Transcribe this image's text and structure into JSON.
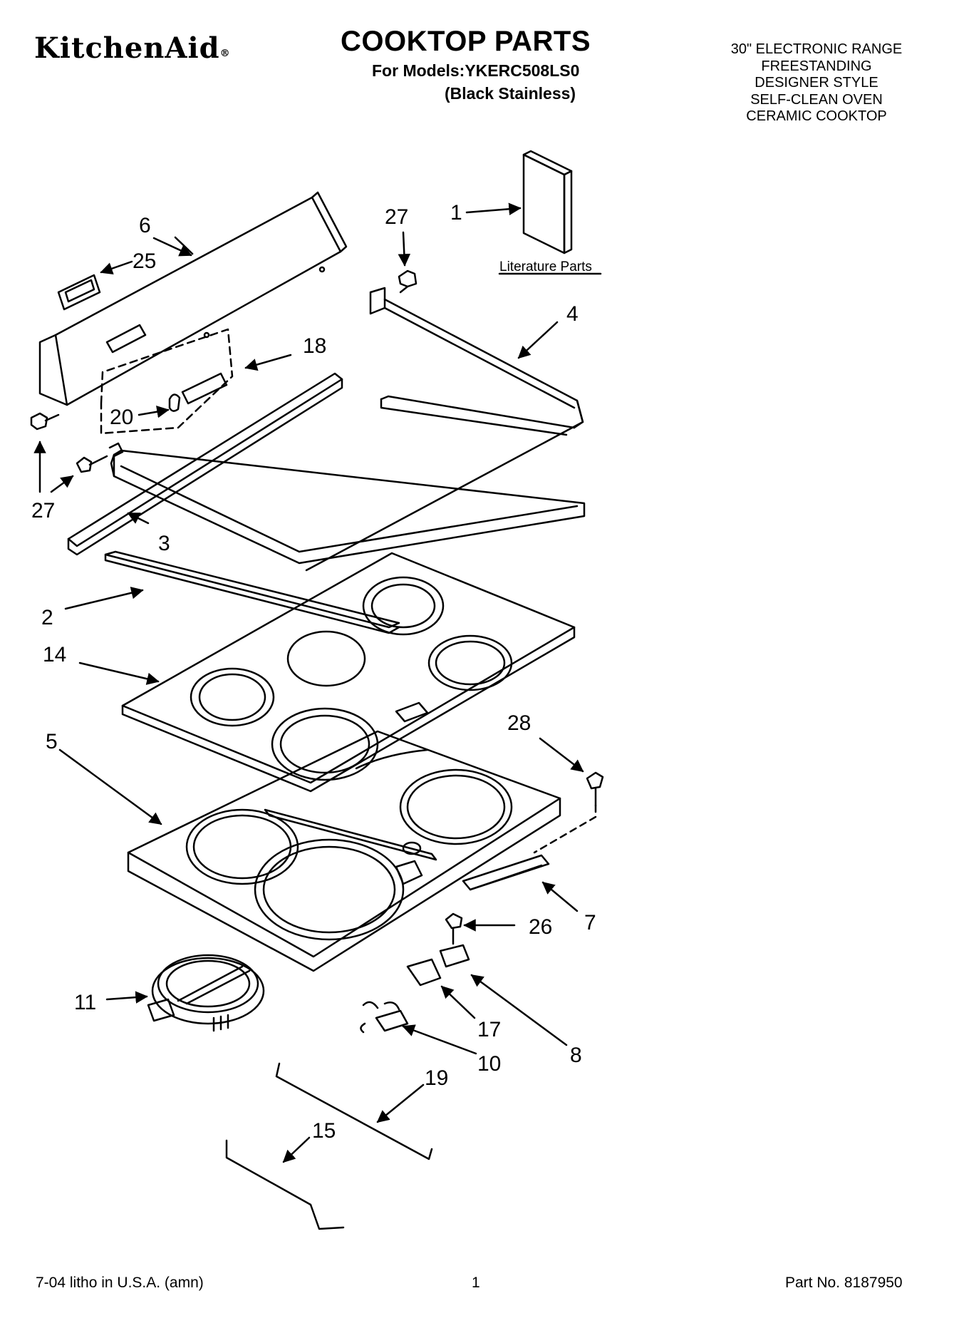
{
  "header": {
    "brand": "KitchenAid",
    "brand_mark": "®",
    "title": "COOKTOP PARTS",
    "models_line": "For Models:YKERC508LS0",
    "variant_line": "(Black Stainless)",
    "description_lines": [
      "30\" ELECTRONIC RANGE",
      "FREESTANDING",
      "DESIGNER STYLE",
      "SELF-CLEAN OVEN",
      "CERAMIC COOKTOP"
    ]
  },
  "diagram": {
    "literature_label": "Literature Parts",
    "callouts": {
      "c1": "1",
      "c2": "2",
      "c3": "3",
      "c4": "4",
      "c5": "5",
      "c6": "6",
      "c7": "7",
      "c8": "8",
      "c10": "10",
      "c11": "11",
      "c14": "14",
      "c15": "15",
      "c17": "17",
      "c18": "18",
      "c19": "19",
      "c20": "20",
      "c25": "25",
      "c26": "26",
      "c27a": "27",
      "c27b": "27",
      "c28": "28"
    }
  },
  "footer": {
    "litho": "7-04 litho in U.S.A. (amn)",
    "page_number": "1",
    "part_number": "Part No. 8187950"
  }
}
